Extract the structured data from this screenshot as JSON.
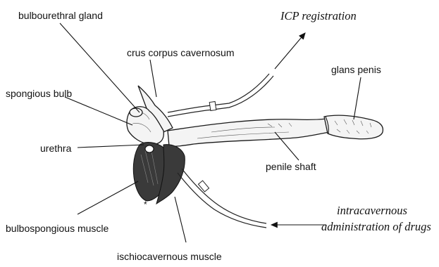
{
  "labels": {
    "bulbourethral_gland": "bulbourethral gland",
    "crus_corpus_cavernosum": "crus corpus cavernosum",
    "spongious_bulb": "spongious bulb",
    "urethra": "urethra",
    "bulbospongious_muscle": "bulbospongious muscle",
    "ischiocavernous_muscle": "ischiocavernous muscle",
    "glans_penis": "glans penis",
    "penile_shaft": "penile shaft",
    "icp_registration": "ICP registration",
    "intracavernous_line1": "intracavernous",
    "intracavernous_line2": "administration of drugs",
    "asterisk": "*"
  }
}
